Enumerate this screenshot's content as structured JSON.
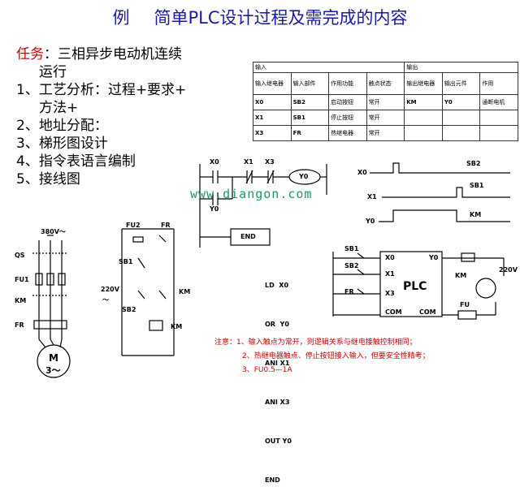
{
  "title": {
    "prefix": "例",
    "text": "简单PLC设计过程及需完成的内容"
  },
  "steps": [
    {
      "key": "任务",
      "text": "：三相异步电动机连续",
      "cont": "运行"
    },
    {
      "text": "1、工艺分析：过程+要求+",
      "cont": "方法+"
    },
    {
      "text": "2、地址分配："
    },
    {
      "text": "3、梯形图设计"
    },
    {
      "text": "4、指令表语言编制"
    },
    {
      "text": "5、接线图"
    }
  ],
  "io_table": {
    "input_header": "输入",
    "output_header": "输出",
    "columns": [
      "输入继电器",
      "输入部件",
      "作用功能",
      "触点状态",
      "输出继电器",
      "输出元件",
      "作用"
    ],
    "rows": [
      [
        "X0",
        "SB2",
        "启动按钮",
        "常开",
        "KM",
        "Y0",
        "通断电机"
      ],
      [
        "X1",
        "SB1",
        "停止按钮",
        "常开",
        "",
        "",
        ""
      ],
      [
        "X3",
        "FR",
        "热继电器",
        "常开",
        "",
        "",
        ""
      ]
    ]
  },
  "ladder": {
    "contacts": [
      "X0",
      "X1",
      "X3"
    ],
    "coil": "Y0",
    "parallel_contact": "Y0",
    "end": "END"
  },
  "instructions": [
    "LD  X0",
    "OR  Y0",
    "ANI X1",
    "ANI X3",
    "OUT Y0",
    "END"
  ],
  "timing": {
    "signals": [
      "X0",
      "X1",
      "Y0"
    ],
    "labels": [
      "SB2",
      "SB1",
      "KM"
    ]
  },
  "wiring": {
    "inputs_devices": [
      "SB1",
      "SB2",
      "FR"
    ],
    "plc_terms": [
      "X0",
      "X1",
      "X3",
      "COM",
      "Y0",
      "COM"
    ],
    "plc_label": "PLC",
    "km": "KM",
    "fu": "FU",
    "voltage": "220V"
  },
  "main_circuit": {
    "supply": "380V～",
    "labels": [
      "QS",
      "FU1",
      "KM",
      "FR"
    ],
    "motor": "M",
    "motor_sub": "3～"
  },
  "control_circuit": {
    "labels": [
      "FU2",
      "FR",
      "SB1",
      "KM",
      "SB2",
      "KM"
    ],
    "voltage": "220V",
    "tilde": "～"
  },
  "watermark": "www.diangon.com",
  "notes": [
    "注意：1、输入触点为常开，则逻辑关系与继电接触控制相同；",
    "2、热继电器触点、停止按钮接入输入，但要安全性精考；",
    "3、FU0.5—1A"
  ]
}
